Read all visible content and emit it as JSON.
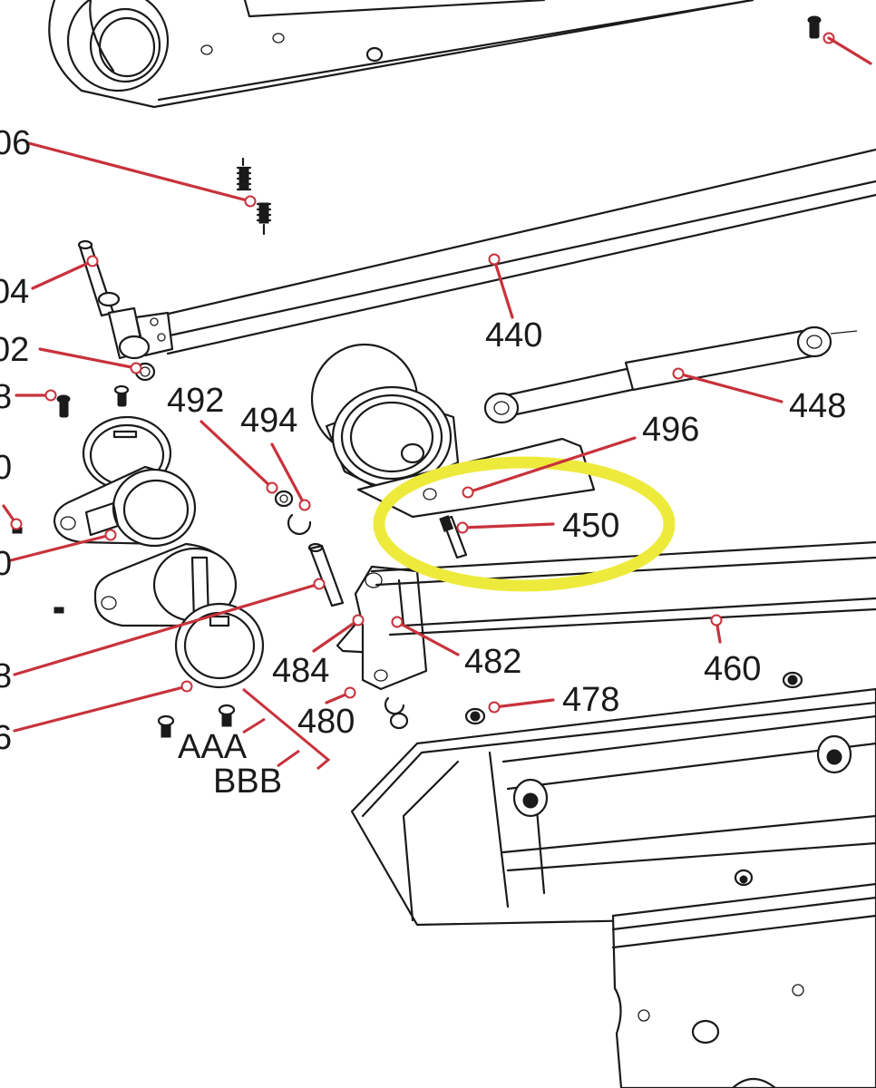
{
  "colors": {
    "leader": "#c8323c",
    "highlight": "#eeea3c",
    "ink": "#1a1a1a"
  },
  "highlighted_callout": "450",
  "callouts": {
    "c406": "06",
    "c404": "04",
    "c402": "02",
    "c408": "8",
    "c410": "0",
    "c420": "0",
    "c438": "8",
    "c436": "6",
    "c440": "440",
    "c448": "448",
    "c492": "492",
    "c494": "494",
    "c496": "496",
    "c450": "450",
    "c484": "484",
    "c482": "482",
    "c460": "460",
    "c478": "478",
    "c480": "480",
    "aaa": "AAA",
    "bbb": "BBB"
  }
}
